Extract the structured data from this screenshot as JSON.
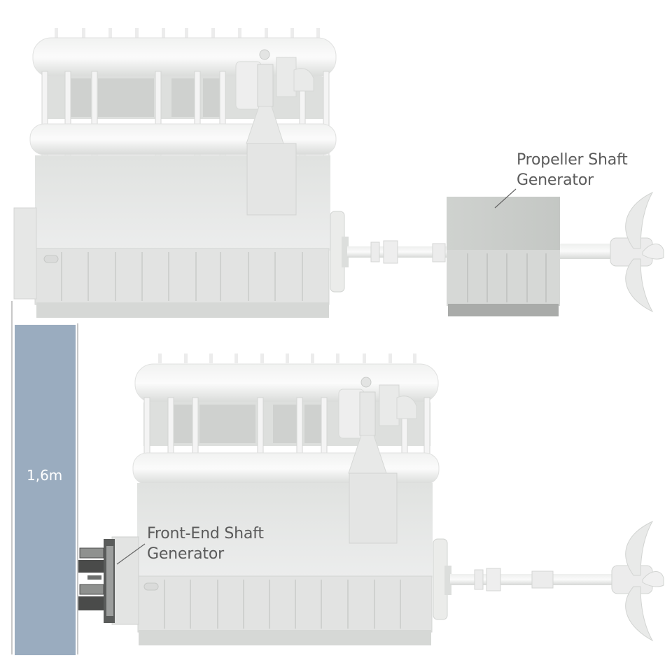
{
  "diagram": {
    "title": "Shaft generator arrangement comparison",
    "top_configuration": {
      "description": "Engine with propeller shaft generator",
      "callout_label_line1": "Propeller Shaft",
      "callout_label_line2": "Generator"
    },
    "bottom_configuration": {
      "description": "Engine with front-end shaft generator",
      "callout_label_line1": "Front-End Shaft",
      "callout_label_line2": "Generator"
    },
    "dimension": {
      "label": "1,6m",
      "bar_color": "#9aacbf"
    },
    "colors": {
      "engine_body": "#e6e7e6",
      "engine_shadow": "#cfd1d0",
      "generator_block": "#c9cbc9",
      "text": "#5b5b5b",
      "background": "#ffffff"
    }
  }
}
